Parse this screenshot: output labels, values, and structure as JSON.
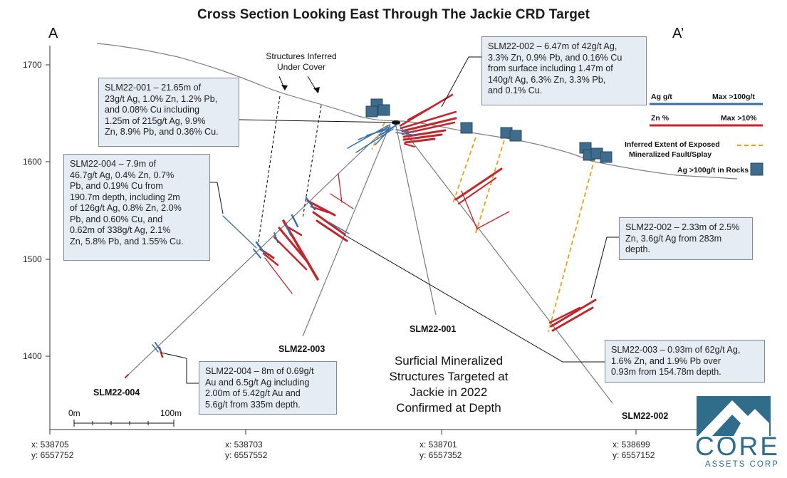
{
  "title": "Cross Section Looking East Through The Jackie CRD Target",
  "section_marks": {
    "left": "A",
    "right": "A’"
  },
  "elevation_labels": [
    "1700",
    "1600",
    "1500",
    "1400"
  ],
  "coordinates": [
    {
      "x": "x: 538705",
      "y": "y: 6557752"
    },
    {
      "x": "x: 538703",
      "y": "y: 6557552"
    },
    {
      "x": "x: 538701",
      "y": "y: 6557352"
    },
    {
      "x": "x: 538699",
      "y": "y: 6557152"
    }
  ],
  "structures_note": "Structures Inferred\nUnder Cover",
  "callouts": {
    "slm22_001": "SLM22-001 – 21.65m of\n23g/t Ag, 1.0% Zn, 1.2% Pb,\nand 0.08% Cu including\n1.25m of 215g/t Ag, 9.9%\nZn, 8.9% Pb, and 0.36% Cu.",
    "slm22_002_top": "SLM22-002 – 6.47m of 42g/t Ag,\n3.3% Zn, 0.9% Pb, and 0.16% Cu\nfrom surface including 1.47m of\n140g/t Ag, 6.3% Zn, 3.3% Pb,\nand 0.1% Cu.",
    "slm22_004_upper": "SLM22-004 – 7.9m of\n46.7g/t Ag, 0.4% Zn, 0.7%\nPb, and 0.19% Cu from\n190.7m depth, including 2m\nof 126g/t Ag, 0.8% Zn, 2.0%\nPb, and 0.60% Cu, and\n0.62m of 338g/t Ag, 2.1%\nZn, 5.8% Pb, and 1.55% Cu.",
    "slm22_002_lower": "SLM22-002 – 2.33m of 2.5%\nZn, 3.6g/t Ag from 283m\ndepth.",
    "slm22_003": "SLM22-003 – 0.93m of 62g/t Ag,\n1.6% Zn, and 1.9% Pb over\n0.93m from 154.78m depth.",
    "slm22_004_lower": "SLM22-004 – 8m of 0.69g/t\nAu and 6.5g/t Ag including\n2.00m of 5.42g/t Au and\n5.6g/t from 335m depth."
  },
  "hole_labels": {
    "slm22_001": "SLM22-001",
    "slm22_002": "SLM22-002",
    "slm22_003": "SLM22-003",
    "slm22_004": "SLM22-004"
  },
  "center_note": "Surficial Mineralized\nStructures Targeted at\nJackie in 2022\nConfirmed at Depth",
  "legend": {
    "ag_label": "Ag g/t",
    "ag_max": "Max >100g/t",
    "zn_label": "Zn %",
    "zn_max": "Max >10%",
    "fault_label_1": "Inferred Extent of Exposed",
    "fault_label_2": "Mineralized Fault/Splay",
    "rocks_label": "Ag >100g/t in Rocks",
    "ag_color": "#3b6ea5",
    "zn_color": "#c0272d",
    "fault_color": "#e8a020",
    "rock_color": "#3f6b8c"
  },
  "scale": {
    "start": "0m",
    "end": "100m"
  },
  "logo": {
    "word": "CORE",
    "sub": "ASSETS CORP"
  }
}
